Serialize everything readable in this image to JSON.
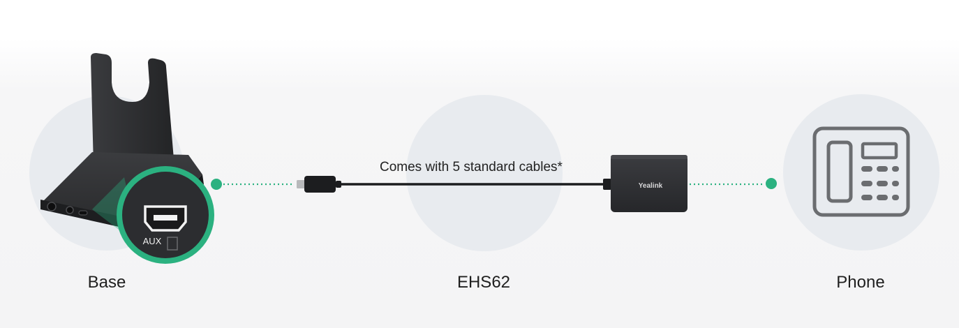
{
  "labels": {
    "base": "Base",
    "ehs": "EHS62",
    "phone": "Phone"
  },
  "cable_caption": "Comes with 5 standard cables*",
  "port_label": "AUX",
  "brand_text": "Yealink",
  "icons": {
    "connector_dot": "dot-icon",
    "phone": "desk-phone-icon"
  },
  "colors": {
    "accent_green": "#2bb180",
    "device_dark": "#2a2b2e",
    "icon_gray": "#6b6d70",
    "circle_bg": "#e8ebef"
  }
}
